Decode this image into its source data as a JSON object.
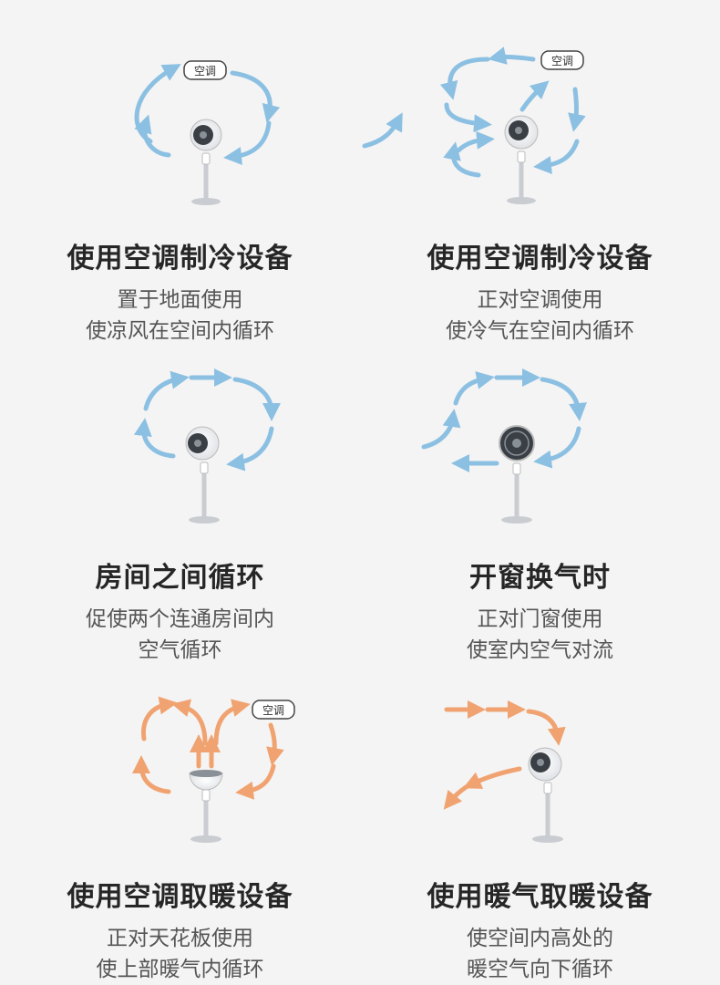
{
  "ac_badge": "空调",
  "colors": {
    "cool_arrow": "#7ab8e0",
    "warm_arrow": "#f0955a",
    "fan_stand": "#c9ccd0",
    "background": "#f4f4f4"
  },
  "panels": [
    {
      "title": "使用空调制冷设备",
      "line1": "置于地面使用",
      "line2": "使凉风在空间内循环",
      "mode": "cool"
    },
    {
      "title": "使用空调制冷设备",
      "line1": "正对空调使用",
      "line2": "使冷气在空间内循环",
      "mode": "cool"
    },
    {
      "title": "房间之间循环",
      "line1": "促使两个连通房间内",
      "line2": "空气循环",
      "mode": "cool"
    },
    {
      "title": "开窗换气时",
      "line1": "正对门窗使用",
      "line2": "使室内空气对流",
      "mode": "cool"
    },
    {
      "title": "使用空调取暖设备",
      "line1": "正对天花板使用",
      "line2": "使上部暖气内循环",
      "mode": "warm"
    },
    {
      "title": "使用暖气取暖设备",
      "line1": "使空间内高处的",
      "line2": "暖空气向下循环",
      "mode": "warm"
    }
  ]
}
